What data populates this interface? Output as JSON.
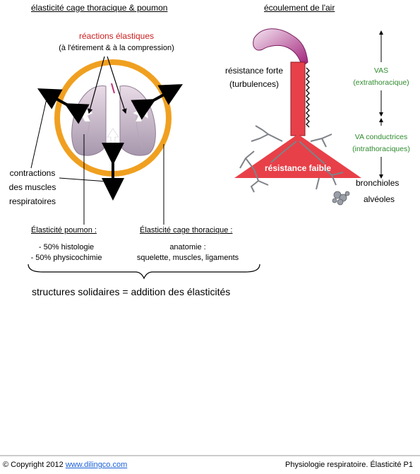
{
  "left": {
    "title": "élasticité cage thoracique & poumon",
    "reactions_title": "réactions élastiques",
    "reactions_sub": "(à l'étirement & à la compression)",
    "muscles_label_lines": [
      "contractions",
      "des muscles",
      "respiratoires"
    ],
    "poumon_heading": "Élasticité poumon :",
    "poumon_lines": [
      "- 50% histologie",
      "- 50% physicochimie"
    ],
    "cage_heading": "Élasticité cage thoracique :",
    "cage_lines": [
      "anatomie :",
      "squelette, muscles, ligaments"
    ],
    "summary": "structures solidaires = addition des élasticités"
  },
  "right": {
    "title": "écoulement de l'air",
    "resistance_forte_lines": [
      "résistance forte",
      "(turbulences)"
    ],
    "resistance_faible": "résistance faible",
    "vas_lines": [
      "VAS",
      "(extrathoracique)"
    ],
    "va_lines": [
      "VA conductrices",
      "(intrathoraciques)"
    ],
    "bronchioles": "bronchioles",
    "alveoles": "alvéoles"
  },
  "footer": {
    "copyright_symbol": "©",
    "copyright_text": "Copyright 2012",
    "link_text": "www.dilingco.com",
    "page_label": "Physiologie respiratoire. Élasticité P1"
  },
  "colors": {
    "ring": "#f0a020",
    "trachea": "#e8404a",
    "cone": "#e84048",
    "green_text": "#2e8b2e",
    "red_text": "#cc1f1f"
  }
}
